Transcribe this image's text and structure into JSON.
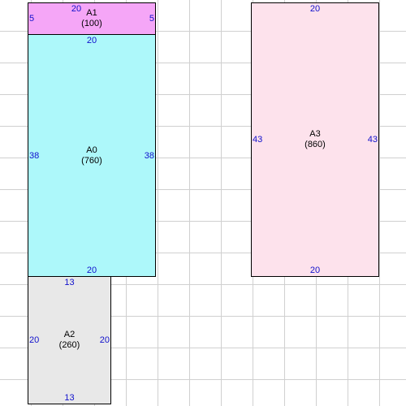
{
  "rects": {
    "a1": {
      "name": "A1",
      "value": "(100)",
      "top": "20",
      "bottom": "20",
      "left": "5",
      "right": "5",
      "color": "#f5a6f7"
    },
    "a0": {
      "name": "A0",
      "value": "(760)",
      "top": "20",
      "bottom": "20",
      "left": "38",
      "right": "38",
      "color": "#adf8fa"
    },
    "a2": {
      "name": "A2",
      "value": "(260)",
      "top": "13",
      "bottom": "13",
      "left": "20",
      "right": "20",
      "color": "#e8e8e8"
    },
    "a3": {
      "name": "A3",
      "value": "(860)",
      "top": "20",
      "bottom": "20",
      "left": "43",
      "right": "43",
      "color": "#fde2ec"
    }
  }
}
